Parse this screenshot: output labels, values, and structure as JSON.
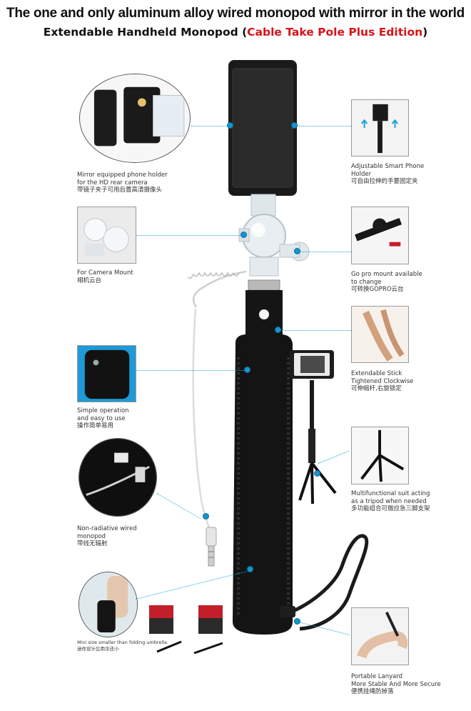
{
  "header": {
    "title": "The one and only aluminum alloy wired monopod with mirror in the world",
    "subtitle_prefix": "Extendable Handheld Monopod (",
    "subtitle_highlight": "Cable Take Pole Plus Edition",
    "subtitle_suffix": ")"
  },
  "features_left": [
    {
      "en": "Mirror equipped phone holder\nfor the HD rear camera",
      "cn": "带镜子夹子可用后置高清摄像头"
    },
    {
      "en": "For Camera Mount",
      "cn": "相机云台"
    },
    {
      "en": "Simple operation\nand easy to use",
      "cn": "操作简单易用"
    },
    {
      "en": "Non-radiative wired\nmonopod",
      "cn": "带线无辐射"
    },
    {
      "en": "Mini size smaller than folding umbrella",
      "cn": "迷你设计比雨伞还小"
    }
  ],
  "features_right": [
    {
      "en": "Adjustable Smart Phone\nHolder",
      "cn": "可自由拉伸的手要固定夹"
    },
    {
      "en": "Go pro mount available\nto change",
      "cn": "可转换GOPRO云台"
    },
    {
      "en": "Extendable Stick\nTightened Clockwise",
      "cn": "可伸缩杆,右旋锁定"
    },
    {
      "en": "Multifunctional suit acting\nas a tripod when needed",
      "cn": "多功能组合可做应急三脚支架"
    },
    {
      "en": "Portable Lanyard\nMore Stable And More Secure",
      "cn": "便携挂绳防掉落"
    }
  ],
  "colors": {
    "accent_blue": "#1495cc",
    "highlight_red": "#d8141b",
    "product_black": "#111111"
  }
}
